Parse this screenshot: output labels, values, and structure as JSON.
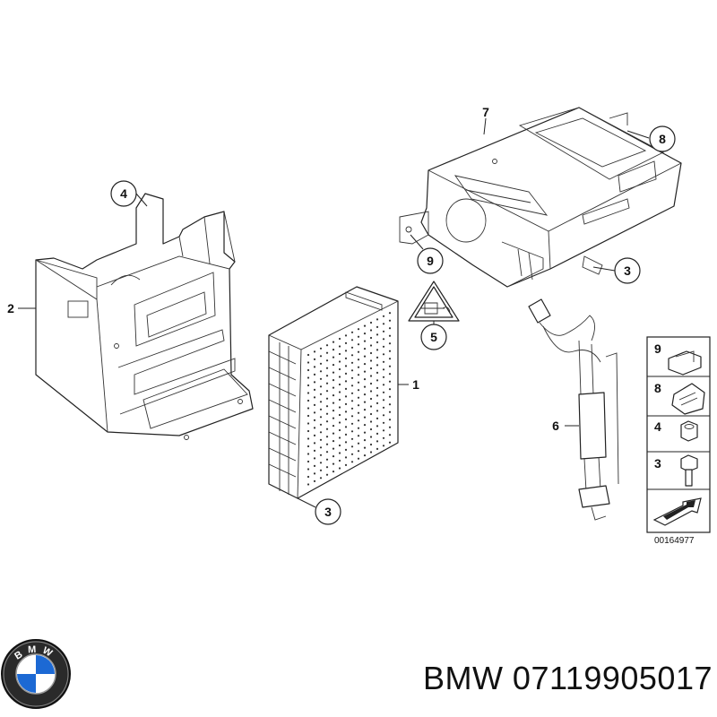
{
  "diagram": {
    "callouts": [
      {
        "id": "c4",
        "label": "4"
      },
      {
        "id": "c2",
        "label": "2"
      },
      {
        "id": "c1",
        "label": "1"
      },
      {
        "id": "c3a",
        "label": "3"
      },
      {
        "id": "c5",
        "label": "5"
      },
      {
        "id": "c7",
        "label": "7"
      },
      {
        "id": "c8",
        "label": "8"
      },
      {
        "id": "c9",
        "label": "9"
      },
      {
        "id": "c3b",
        "label": "3"
      },
      {
        "id": "c6",
        "label": "6"
      }
    ],
    "legend": [
      {
        "label": "9",
        "icon": "clip-nut-icon"
      },
      {
        "label": "8",
        "icon": "spring-clip-icon"
      },
      {
        "label": "4",
        "icon": "hex-nut-icon"
      },
      {
        "label": "3",
        "icon": "hex-bolt-icon"
      },
      {
        "label": "",
        "icon": "direction-arrow-icon"
      }
    ],
    "reference_number": "00164977"
  },
  "logo": {
    "letters": "BMW",
    "colors": {
      "blue": "#1c69d4",
      "black": "#111111",
      "white": "#ffffff"
    }
  },
  "title": "BMW 07119905017"
}
